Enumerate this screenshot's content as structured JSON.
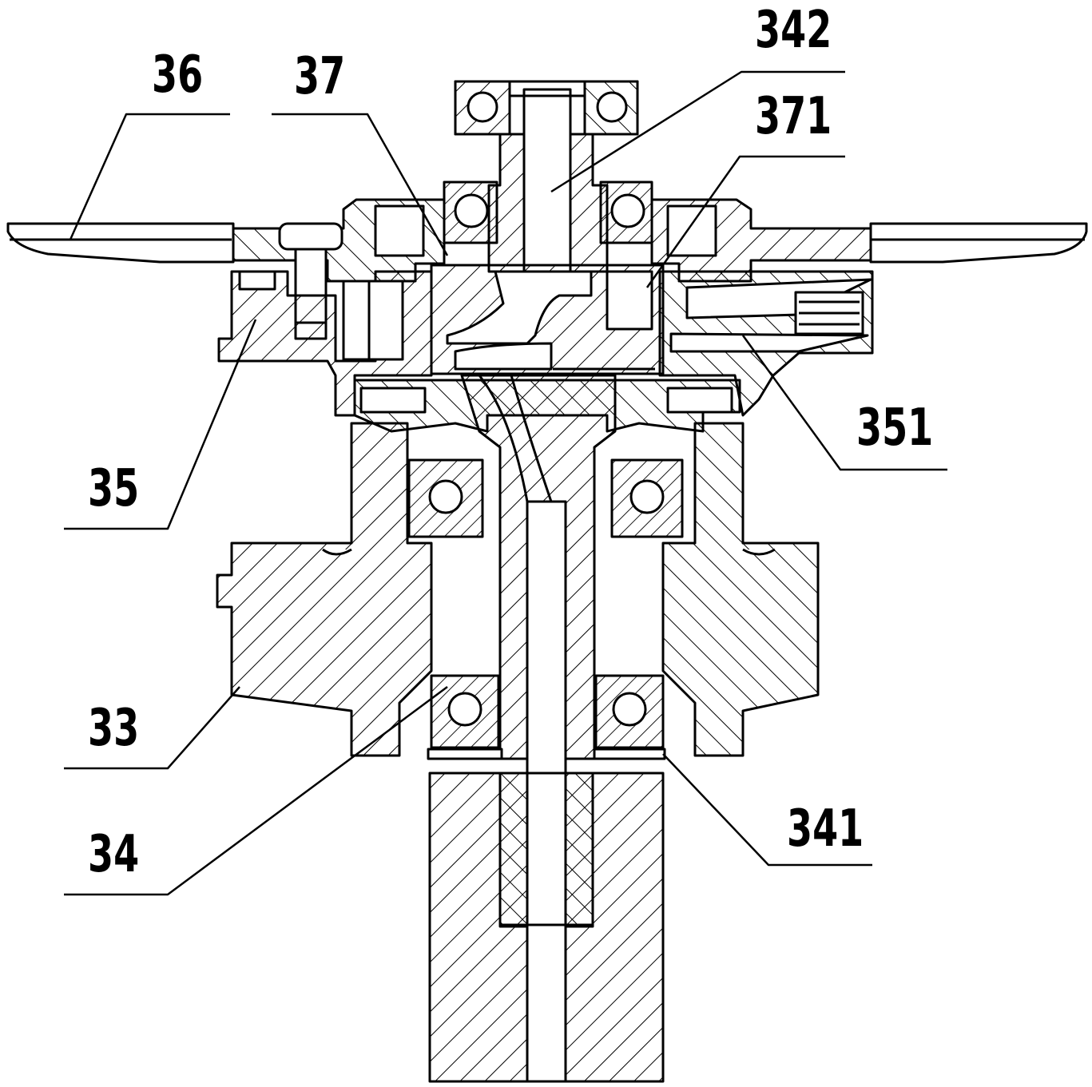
{
  "diagram": {
    "labels": {
      "l36": "36",
      "l37": "37",
      "l342": "342",
      "l371": "371",
      "l351": "351",
      "l35": "35",
      "l33": "33",
      "l34": "34",
      "l341": "341"
    },
    "colors": {
      "line": "#000000",
      "background": "#ffffff"
    }
  }
}
